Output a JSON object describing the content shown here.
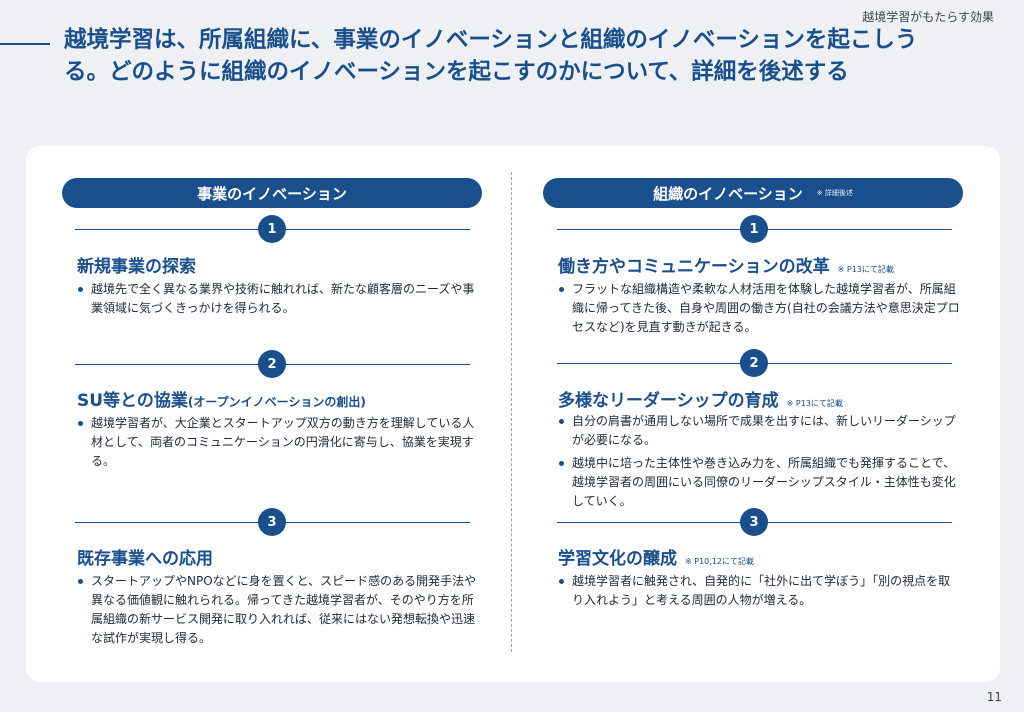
{
  "page": {
    "section_label": "越境学習がもたらす効果",
    "headline": "越境学習は、所属組織に、事業のイノベーションと組織のイノベーションを起こしうる。どのように組織のイノベーションを起こすのかについて、詳細を後述する",
    "page_number": "11"
  },
  "left": {
    "title": "事業のイノベーション",
    "items": [
      {
        "number": "1",
        "title": "新規事業の探索",
        "subtitle": "",
        "bullets": [
          "越境先で全く異なる業界や技術に触れれば、新たな顧客層のニーズや事業領域に気づくきっかけを得られる。"
        ]
      },
      {
        "number": "2",
        "title": "SU等との協業",
        "subtitle": "(オープンイノベーションの創出)",
        "bullets": [
          "越境学習者が、大企業とスタートアップ双方の動き方を理解している人材として、両者のコミュニケーションの円滑化に寄与し、協業を実現する。"
        ]
      },
      {
        "number": "3",
        "title": "既存事業への応用",
        "subtitle": "",
        "bullets": [
          "スタートアップやNPOなどに身を置くと、スピード感のある開発手法や異なる価値観に触れられる。帰ってきた越境学習者が、そのやり方を所属組織の新サービス開発に取り入れれば、従来にはない発想転換や迅速な試作が実現し得る。"
        ]
      }
    ]
  },
  "right": {
    "title": "組織のイノベーション",
    "note": "※ 詳細後述",
    "items": [
      {
        "number": "1",
        "title": "働き方やコミュニケーションの改革",
        "note": "※ P13にて記載",
        "bullets": [
          "フラットな組織構造や柔軟な人材活用を体験した越境学習者が、所属組織に帰ってきた後、自身や周囲の働き方(自社の会議方法や意思決定プロセスなど)を見直す動きが起きる。"
        ]
      },
      {
        "number": "2",
        "title": "多様なリーダーシップの育成",
        "note": "※ P13にて記載",
        "bullets": [
          "自分の肩書が通用しない場所で成果を出すには、新しいリーダーシップが必要になる。",
          "越境中に培った主体性や巻き込み力を、所属組織でも発揮することで、越境学習者の周囲にいる同僚のリーダーシップスタイル・主体性も変化していく。"
        ]
      },
      {
        "number": "3",
        "title": "学習文化の醸成",
        "note": "※ P10,12にて記載",
        "bullets": [
          "越境学習者に触発され、自発的に「社外に出て学ぼう」「別の視点を取り入れよう」と考える周囲の人物が増える。"
        ]
      }
    ]
  },
  "colors": {
    "brand": "#1a4f8e",
    "background": "#eef0f3",
    "card": "#ffffff"
  }
}
